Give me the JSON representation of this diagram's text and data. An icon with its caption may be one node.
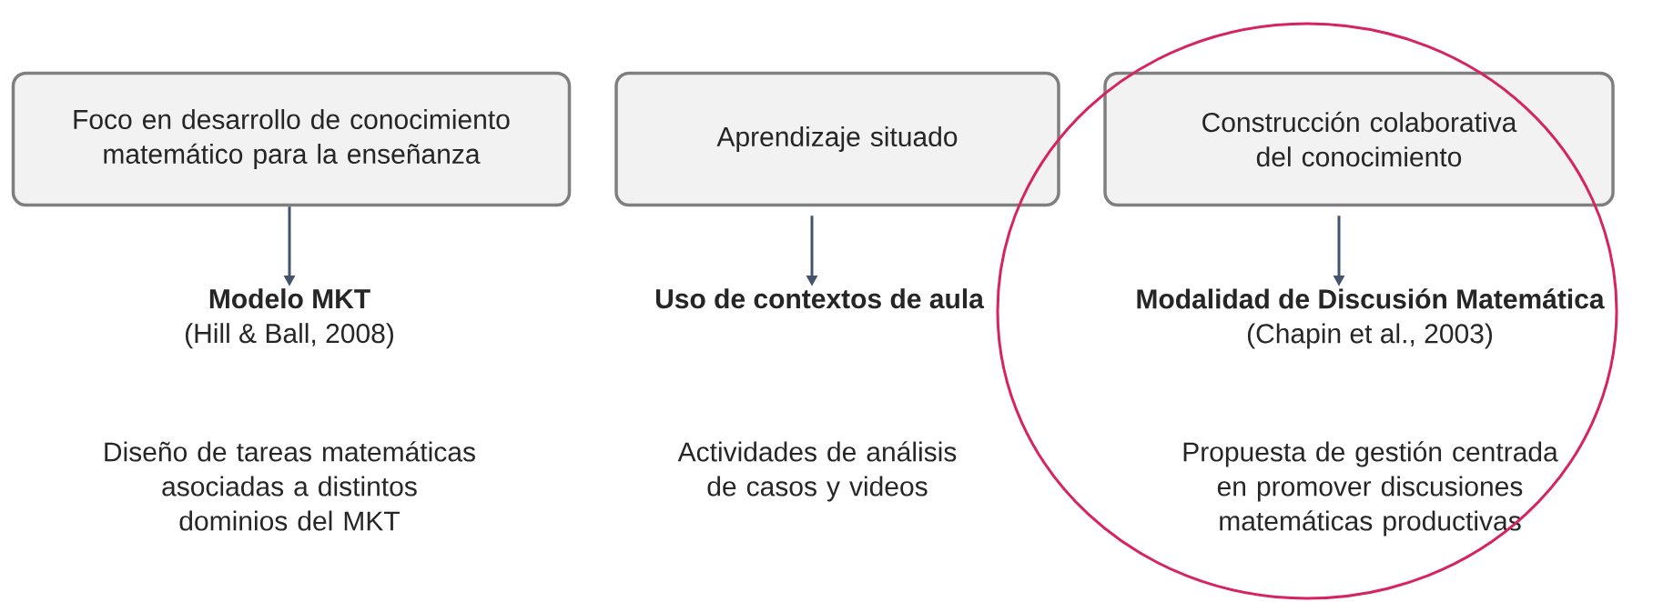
{
  "diagram": {
    "nodes": [
      {
        "text": [
          "Foco en desarrollo de conocimiento matemático para la enseñanza"
        ]
      },
      {
        "text": [
          "Aprendizaje situado"
        ]
      },
      {
        "text": [
          "Construcción colaborativa del conocimiento"
        ]
      },
      {
        "text": [
          "Modelo MKT",
          "(Hill & Ball, 2008)"
        ]
      },
      {
        "text": [
          "Uso de contextos de aula"
        ]
      },
      {
        "text": [
          "Modalidad de Discusión Matemática",
          "(Chapin et al., 2003)"
        ]
      }
    ],
    "edges": [
      {
        "from": 0,
        "to": 3,
        "arrow": "to"
      },
      {
        "from": 1,
        "to": 4,
        "arrow": "to"
      },
      {
        "from": 2,
        "to": 5,
        "arrow": "to"
      }
    ],
    "labels": [
      "Diseño de tareas matemáticas asociadas a distintos dominios del MKT",
      "Actividades de análisis de casos y videos",
      "Propuesta de gestión centrada en promover discusiones matemáticas productivas"
    ]
  }
}
